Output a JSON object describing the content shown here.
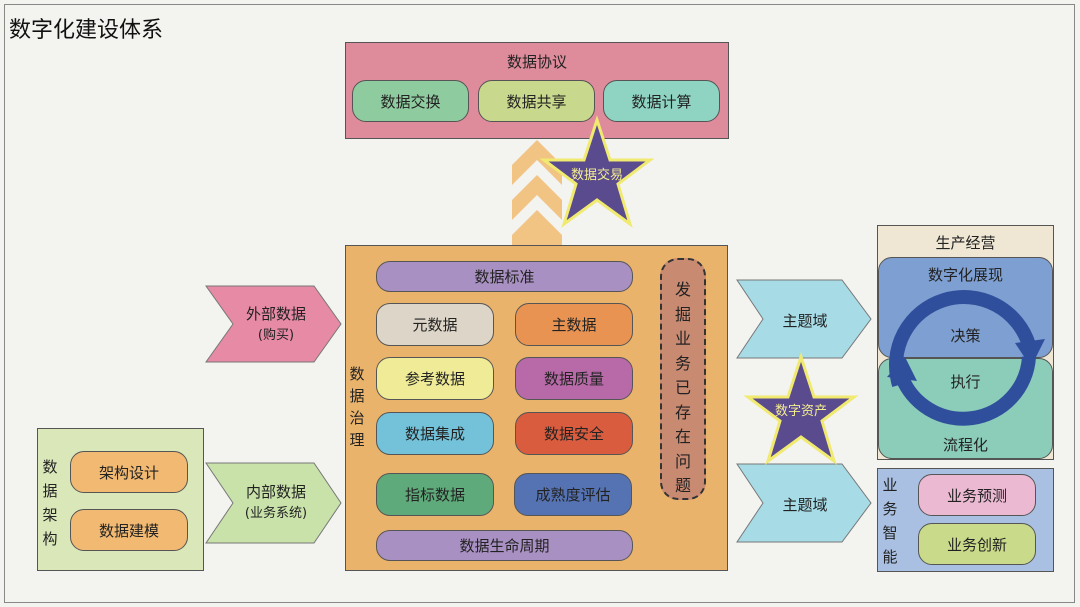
{
  "title": "数字化建设体系",
  "protocol": {
    "title": "数据协议",
    "items": [
      "数据交换",
      "数据共享",
      "数据计算"
    ]
  },
  "trade_star": "数据交易",
  "governance": {
    "label": "数据治理",
    "standard": "数据标准",
    "items": [
      "元数据",
      "主数据",
      "参考数据",
      "数据质量",
      "数据集成",
      "数据安全",
      "指标数据",
      "成熟度评估"
    ],
    "lifecycle": "数据生命周期",
    "problem": "发掘业务已存在问题"
  },
  "external": {
    "line1": "外部数据",
    "line2": "(购买)"
  },
  "internal": {
    "line1": "内部数据",
    "line2": "(业务系统)"
  },
  "architecture": {
    "label": "数据架构",
    "items": [
      "架构设计",
      "数据建模"
    ]
  },
  "domains": [
    "主题域",
    "主题域"
  ],
  "asset_star": "数字资产",
  "operations": {
    "title": "生产经营",
    "top": "数字化展现",
    "decision": "决策",
    "execution": "执行",
    "bottom": "流程化"
  },
  "bi": {
    "label": "业务智能",
    "items": [
      "业务预测",
      "业务创新"
    ]
  }
}
